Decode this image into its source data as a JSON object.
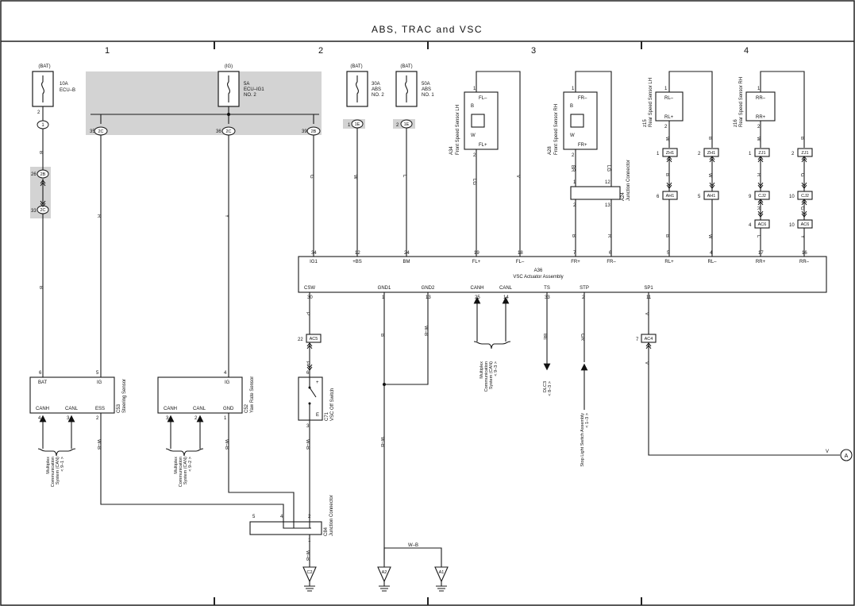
{
  "title": "ABS, TRAC and VSC",
  "columns": [
    "1",
    "2",
    "3",
    "4"
  ],
  "fuses": [
    {
      "id": "fuse-ecu-b",
      "source": "(BAT)",
      "rating": "10A",
      "name": "ECU–B",
      "pin_top": "2",
      "pin_conn": "1"
    },
    {
      "id": "fuse-ecu-ig1",
      "source": "(IG)",
      "rating": "5A",
      "name": "ECU–IG1",
      "name2": "NO. 2"
    },
    {
      "id": "fuse-abs2",
      "source": "(BAT)",
      "rating": "30A",
      "name": "ABS",
      "name2": "NO. 2",
      "pin_side": "1",
      "conn": "1E"
    },
    {
      "id": "fuse-abs1",
      "source": "(BAT)",
      "rating": "50A",
      "name": "ABS",
      "name2": "NO. 1",
      "pin_side": "2",
      "conn": "1E"
    }
  ],
  "junction_conns": {
    "c2c_35": "35",
    "c2c_36": "36",
    "c2b_39": "39",
    "c2c": "2C",
    "c2b": "2B",
    "c2b_26": "26",
    "c2c_33": "33"
  },
  "wire_colors": {
    "b": "B",
    "r": "R",
    "y": "Y",
    "g": "G",
    "w": "W",
    "l": "L",
    "lg": "LG",
    "v": "V",
    "br": "BR",
    "p": "P",
    "wb": "W–B",
    "be": "BE",
    "gr": "GR"
  },
  "actuator": {
    "code": "A36",
    "name": "VSC Actuator Assembly",
    "top_pins": [
      {
        "num": "34",
        "label": "IG1"
      },
      {
        "num": "12",
        "label": "+BS"
      },
      {
        "num": "24",
        "label": "BM"
      },
      {
        "num": "19",
        "label": "FL+"
      },
      {
        "num": "18",
        "label": "FL–"
      },
      {
        "num": "7",
        "label": "FR+"
      },
      {
        "num": "6",
        "label": "FR–"
      },
      {
        "num": "5",
        "label": "RL+"
      },
      {
        "num": "4",
        "label": "RL–"
      },
      {
        "num": "17",
        "label": "RR+"
      },
      {
        "num": "16",
        "label": "RR–"
      }
    ],
    "bottom_pins": [
      {
        "num": "30",
        "label": "CSW"
      },
      {
        "num": "1",
        "label": "GND1"
      },
      {
        "num": "13",
        "label": "GND2"
      },
      {
        "num": "25",
        "label": "CANH"
      },
      {
        "num": "14",
        "label": "CANL"
      },
      {
        "num": "33",
        "label": "TS"
      },
      {
        "num": "2",
        "label": "STP"
      },
      {
        "num": "11",
        "label": "SP1"
      }
    ]
  },
  "speed_sensors": [
    {
      "code": "A34",
      "name": "Front Speed Sensor LH",
      "plus": "FL+",
      "minus": "FL–",
      "pin1": "1",
      "pin2": "2"
    },
    {
      "code": "A28",
      "name": "Front Speed Sensor RH",
      "plus": "FR+",
      "minus": "FR–",
      "pin1": "1",
      "pin2": "2"
    },
    {
      "code": "z15",
      "name": "Rear Speed Sensor LH",
      "plus": "RL+",
      "minus": "RL–",
      "pin1": "1",
      "pin2": "2"
    },
    {
      "code": "z16",
      "name": "Rear Speed Sensor RH",
      "plus": "RR+",
      "minus": "RR–",
      "pin1": "1",
      "pin2": "2"
    }
  ],
  "junction_a24": {
    "code": "A24",
    "name": "Junction Connector",
    "p1": "1",
    "p12": "12",
    "p2": "2",
    "p13": "13"
  },
  "inline_conns": {
    "zh1": "ZH1",
    "ah1": "AH1",
    "zj1": "ZJ1",
    "cj2": "CJ2",
    "ac6": "AC6",
    "ac5": "AC5",
    "ac4": "AC4",
    "n1": "1",
    "n2": "2",
    "n5": "5",
    "n6": "6",
    "n9": "9",
    "n10": "10",
    "n4": "4",
    "n22": "22",
    "n7": "7"
  },
  "steering": {
    "code": "C53",
    "name": "Steering Sensor",
    "bat": "BAT",
    "ig": "IG",
    "canh": "CANH",
    "canl": "CANL",
    "ess": "ESS",
    "p6": "6",
    "p5": "5",
    "p4": "4",
    "p3": "3",
    "p2": "2"
  },
  "yaw": {
    "code": "C52",
    "name": "Yaw Rate Sensor",
    "ig": "IG",
    "canh": "CANH",
    "canl": "CANL",
    "gnd": "GND",
    "p4": "4",
    "p3": "3",
    "p2": "2",
    "p1": "1"
  },
  "vsc_switch": {
    "code": "C71",
    "name": "VSC Off Switch",
    "plus": "+",
    "e": "E",
    "p6": "6",
    "p3": "3"
  },
  "junction_c84": {
    "code": "C84",
    "name": "Junction Connector",
    "p5": "5",
    "p4": "4",
    "p2": "2",
    "p1": "1"
  },
  "can_refs": [
    {
      "l1": "Multiplex",
      "l2": "Communication",
      "l3": "System (CAN)",
      "l4": "< 9–1 >"
    },
    {
      "l1": "Multiplex",
      "l2": "Communication",
      "l3": "System (CAN)",
      "l4": "< 9–2 >"
    },
    {
      "l1": "Multiplex",
      "l2": "Communication",
      "l3": "System (CAN)",
      "l4": "< 9–3 >"
    }
  ],
  "dlc3": {
    "code": "DLC3",
    "ref": "< 8–3 >"
  },
  "stop_light": {
    "name": "Stop Light Switch Assembly",
    "ref": "< 1–3 >"
  },
  "grounds": [
    "C2",
    "A2",
    "A1"
  ],
  "offpage": {
    "label": "A",
    "wire": "V"
  }
}
